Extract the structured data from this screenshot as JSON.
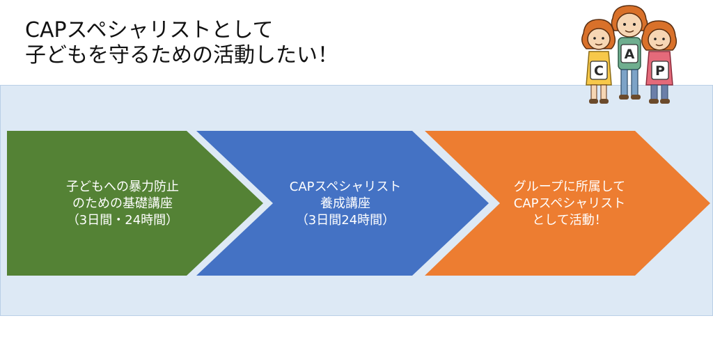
{
  "title": {
    "line1": "CAPスペシャリストとして",
    "line2": "子どもを守るための活動したい！"
  },
  "steps": [
    {
      "lines": [
        "子どもへの暴力防止",
        "のための基礎講座",
        "（3日間・24時間）"
      ],
      "color": "#548235"
    },
    {
      "lines": [
        "CAPスペシャリスト",
        "養成講座",
        "（3日間24時間）"
      ],
      "color": "#4472c4"
    },
    {
      "lines": [
        "グループに所属して",
        "CAPスペシャリスト",
        "として活動！"
      ],
      "color": "#ed7d31"
    }
  ],
  "mascot": {
    "letters": [
      "C",
      "A",
      "P"
    ],
    "colors": {
      "hair": "#d9712a",
      "skin": "#f6d6b4",
      "left_shirt": "#f7c84a",
      "middle_shirt": "#6fae8f",
      "right_shirt": "#e46a7a"
    }
  },
  "panel_color": "#dde9f5"
}
